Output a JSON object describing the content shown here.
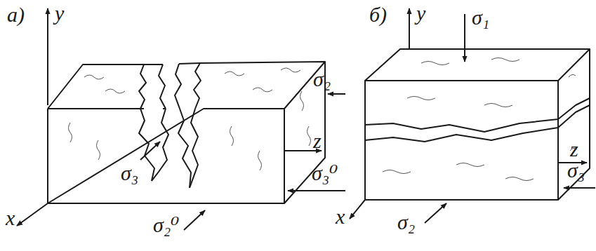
{
  "diagram": {
    "labels": [
      "а)",
      "y",
      "z",
      "x",
      "σ₂",
      "σ₃",
      "σ₃⁰",
      "σ₂⁰",
      "б)",
      "y",
      "σ₁",
      "z",
      "x",
      "σ₃",
      "σ₂"
    ]
  }
}
